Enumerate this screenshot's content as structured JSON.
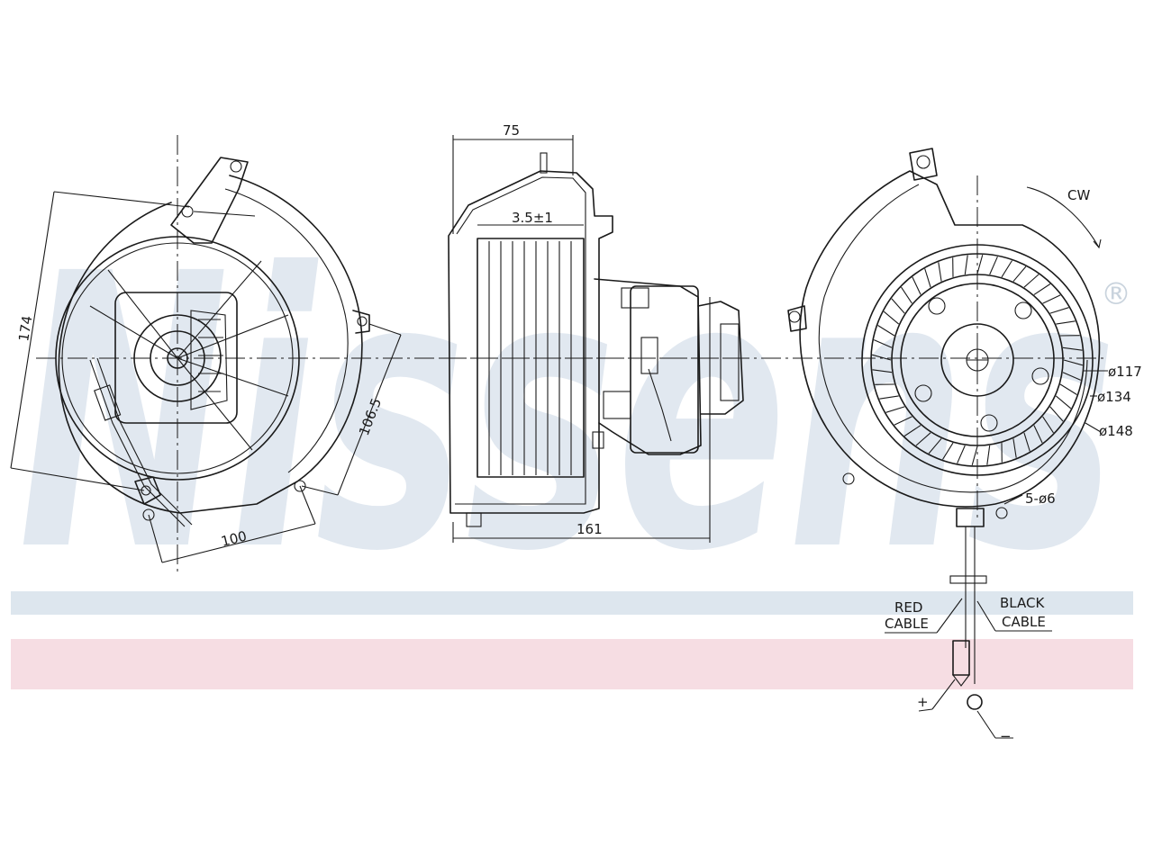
{
  "brand": {
    "watermark": "Nissens",
    "registered_mark": "®",
    "blue_band_color": "#dde6ee",
    "pink_band_color": "#f6dde3",
    "watermark_color": "#e1e8f0"
  },
  "dimensions": {
    "front_height": "174",
    "front_width": "100",
    "front_offset": "106.5",
    "side_depth": "75",
    "side_total": "161",
    "side_gap": "3.5±1",
    "rotation": "CW",
    "dia_117": "ø117",
    "dia_134": "ø134",
    "dia_148": "ø148",
    "holes": "5-ø6"
  },
  "wiring": {
    "red_line1": "RED",
    "red_line2": "CABLE",
    "black_line1": "BLACK",
    "black_line2": "CABLE",
    "plus": "+",
    "minus": "−"
  }
}
